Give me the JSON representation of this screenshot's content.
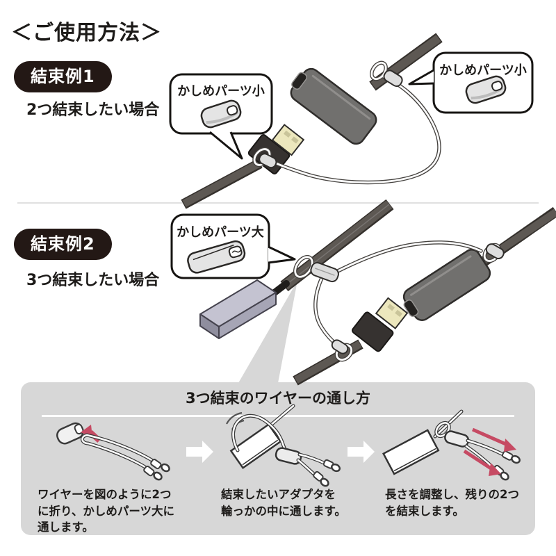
{
  "title": "＜ご使用方法＞",
  "colors": {
    "badge_black": "#231815",
    "accent_red": "#c64a63",
    "panel_gray": "#d7d7d7",
    "device_gray": "#71706e",
    "ac_adapter_lavender": "#c4c3d1",
    "usb_connector_gold": "#ece7bd"
  },
  "section1": {
    "badge": "結束例1",
    "caption": "2つ結束したい場合",
    "callout_left": "かしめパーツ小",
    "callout_right": "かしめパーツ小"
  },
  "section2": {
    "badge": "結束例2",
    "caption": "3つ結束したい場合",
    "callout": "かしめパーツ大"
  },
  "panel": {
    "title": "3つ結束のワイヤーの通し方",
    "steps": [
      {
        "lines": [
          "ワイヤーを図のように2つ",
          "に折り、かしめパーツ大に",
          "通します。"
        ]
      },
      {
        "lines": [
          "結束したいアダプタを",
          "輪っかの中に通します。",
          ""
        ]
      },
      {
        "lines": [
          "長さを調整し、残りの2つ",
          "を結束します。",
          ""
        ]
      }
    ]
  }
}
